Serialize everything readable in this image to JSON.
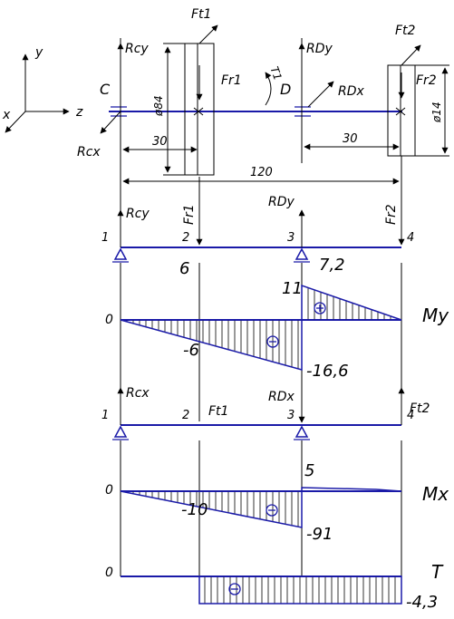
{
  "axes": {
    "y": "y",
    "x": "x",
    "z": "z"
  },
  "points": {
    "C": "C",
    "D": "D"
  },
  "forces": {
    "Rcy": "Rcy",
    "Rcx": "Rcx",
    "Ft1": "Ft1",
    "Fr1": "Fr1",
    "Rdy": "RDy",
    "Rdx": "RDx",
    "Ft2": "Ft2",
    "Fr2": "Fr2",
    "T1": "T1",
    "Rdy_beam": "RDy"
  },
  "dimensions": {
    "d84": "ø84",
    "d14": "ø14",
    "a30_left": "30",
    "a30_right": "30",
    "a120": "120"
  },
  "sections": {
    "s1": "1",
    "s2": "2",
    "s3": "3",
    "s4": "4"
  },
  "diagrams": {
    "My": {
      "label": "My",
      "values": {
        "v6": "6",
        "v72": "7,2",
        "v11": "11",
        "v0": "0",
        "vm6": "-6",
        "vm166": "-16,6"
      }
    },
    "Mx": {
      "label": "Mx",
      "values": {
        "v0": "0",
        "vm10": "-10",
        "v5": "5",
        "vm91": "-91"
      }
    },
    "T": {
      "label": "T",
      "values": {
        "v0": "0",
        "vm43": "-4,3"
      }
    }
  }
}
